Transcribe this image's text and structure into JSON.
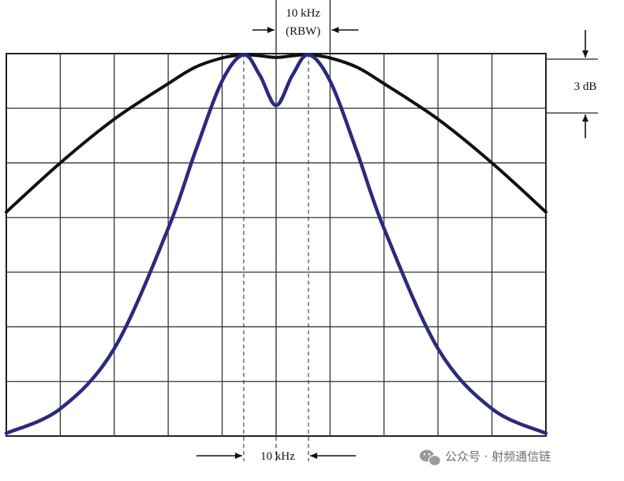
{
  "chart_data": {
    "type": "line",
    "xlabel": "",
    "ylabel": "",
    "grid": true,
    "x_divisions": 10,
    "y_divisions": 7,
    "x": [
      -5.0,
      -4.0,
      -3.0,
      -2.0,
      -1.5,
      -1.0,
      -0.6,
      -0.3,
      0.0,
      0.3,
      0.6,
      1.0,
      1.5,
      2.0,
      3.0,
      4.0,
      5.0
    ],
    "xlim": [
      -5,
      5
    ],
    "ylim": [
      -7,
      0
    ],
    "series": [
      {
        "name": "",
        "color": "#111111",
        "values": [
          -2.9,
          -2.0,
          -1.2,
          -0.55,
          -0.25,
          -0.08,
          -0.02,
          -0.04,
          -0.07,
          -0.04,
          -0.02,
          -0.08,
          -0.25,
          -0.55,
          -1.2,
          -2.0,
          -2.9
        ]
      },
      {
        "name": "",
        "color": "#2b2a7e",
        "values": [
          -6.95,
          -6.5,
          -5.4,
          -3.2,
          -1.8,
          -0.5,
          -0.02,
          -0.4,
          -0.95,
          -0.4,
          -0.02,
          -0.5,
          -1.8,
          -3.2,
          -5.4,
          -6.5,
          -6.95
        ]
      }
    ],
    "annotations": {
      "rbw_line1": "10 kHz",
      "rbw_line2": "(RBW)",
      "db_label": "3 dB",
      "spacing_label": "10 kHz"
    },
    "markers": {
      "dashed_x": [
        -0.6,
        0.0,
        0.6
      ],
      "rbw_span": [
        0.0,
        1.0
      ],
      "db_span_y": [
        0.0,
        -1.0
      ]
    }
  },
  "watermark": {
    "icon": "wechat-icon",
    "text": "公众号 · 射频通信链"
  }
}
